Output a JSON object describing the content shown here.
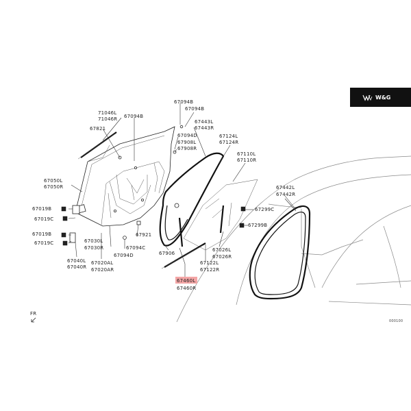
{
  "brand": {
    "label": "W&G",
    "bg_color": "#111111",
    "text_color": "#ffffff"
  },
  "highlight_color": "#f4a6a6",
  "front_indicator": "FR",
  "figure_code": "000100",
  "labels": {
    "l71046L": "71046L",
    "l71046R": "71046R",
    "l67094B_a": "67094B",
    "l67821": "67821",
    "l67094B_b": "67094B",
    "l67094B_c": "67094B",
    "l67443L": "67443L",
    "l67443R": "67443R",
    "l67094D": "67094D",
    "l67908L": "67908L",
    "l67908R": "67908R",
    "l67124L": "67124L",
    "l67124R": "67124R",
    "l67110L": "67110L",
    "l67110R": "67110R",
    "l67442L": "67442L",
    "l67442R": "67442R",
    "l67050L": "67050L",
    "l67050R": "67050R",
    "l67019B_a": "67019B",
    "l67019C_a": "67019C",
    "l67019B_b": "67019B",
    "l67019C_b": "67019C",
    "l67030L": "67030L",
    "l67030R": "67030R",
    "l67040L": "67040L",
    "l67040R": "67040R",
    "l67020AL": "67020AL",
    "l67020AR": "67020AR",
    "l67094C": "67094C",
    "l67094D_b": "67094D",
    "l67921": "67921",
    "l67906": "67906",
    "l67299C": "67299C",
    "l67299B": "67299B",
    "l67026L": "67026L",
    "l67026R": "67026R",
    "l67122L": "67122L",
    "l67122R": "67122R",
    "l67460L": "67460L",
    "l67460R": "67460R"
  }
}
